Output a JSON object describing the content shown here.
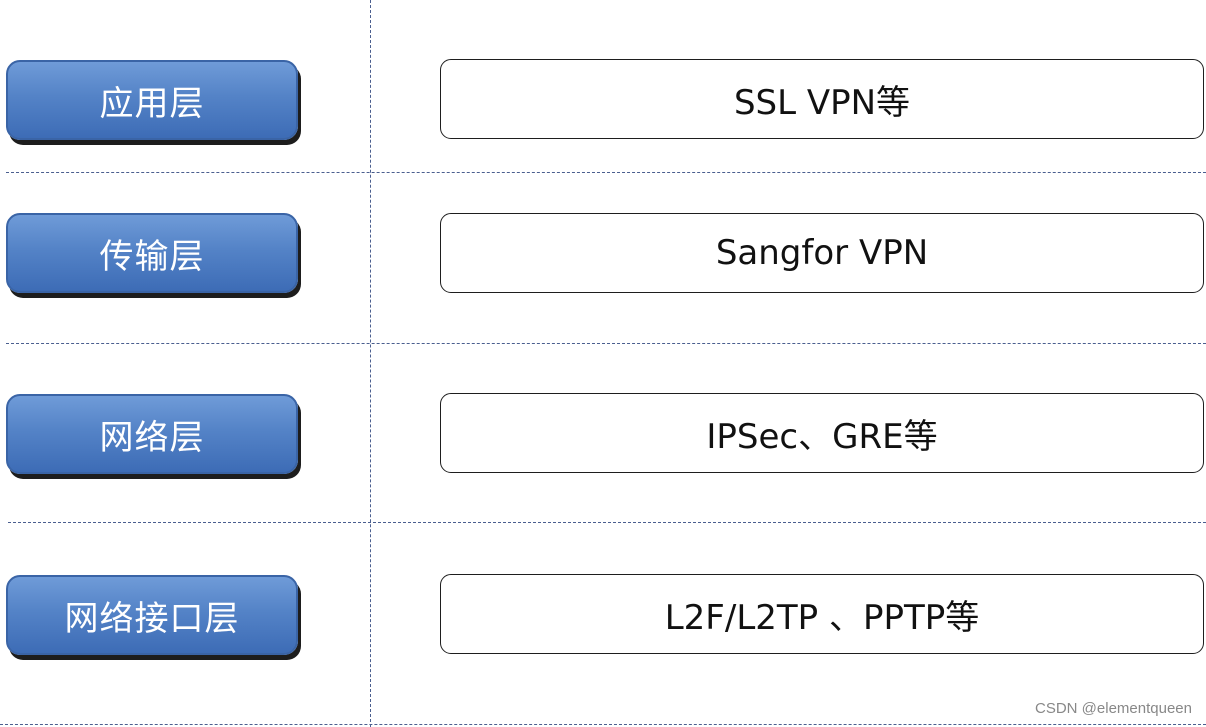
{
  "layers": [
    {
      "label": "应用层",
      "protocol": "SSL VPN等"
    },
    {
      "label": "传输层",
      "protocol": "Sangfor VPN"
    },
    {
      "label": "网络层",
      "protocol": "IPSec、GRE等"
    },
    {
      "label": "网络接口层",
      "protocol": "L2F/L2TP 、PPTP等"
    }
  ],
  "watermark": "CSDN @elementqueen",
  "colors": {
    "layer_box_top": "#6f9bd8",
    "layer_box_bottom": "#3d6cb6",
    "layer_box_border": "#3a64a6",
    "layer_text": "#ffffff",
    "protocol_box_border": "#1e1e1e",
    "divider": "#4a5f8f"
  }
}
